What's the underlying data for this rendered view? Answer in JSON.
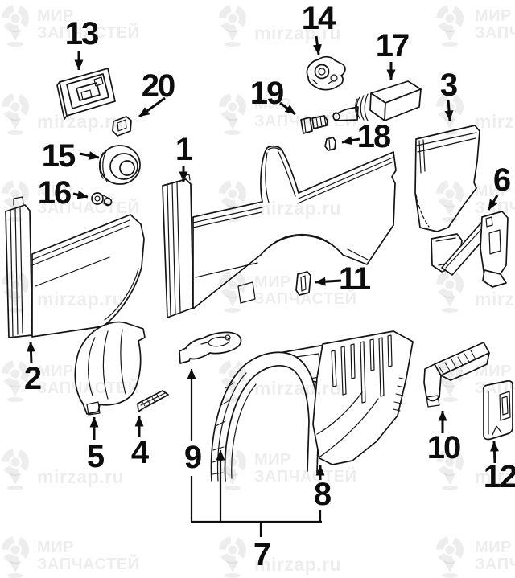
{
  "watermark": {
    "brand_line1": "МИР",
    "brand_line2": "ЗАПЧАСТЕЙ",
    "site": "mirzap.ru"
  },
  "colors": {
    "ink": "#141414",
    "watermark_gray": "#e9e9e9",
    "background": "#ffffff"
  },
  "callouts": {
    "c1": "1",
    "c2": "2",
    "c3": "3",
    "c4": "4",
    "c5": "5",
    "c6": "6",
    "c7": "7",
    "c8": "8",
    "c9": "9",
    "c10": "10",
    "c11": "11",
    "c12": "12",
    "c13": "13",
    "c14": "14",
    "c15": "15",
    "c16": "16",
    "c17": "17",
    "c18": "18",
    "c19": "19",
    "c20": "20"
  }
}
